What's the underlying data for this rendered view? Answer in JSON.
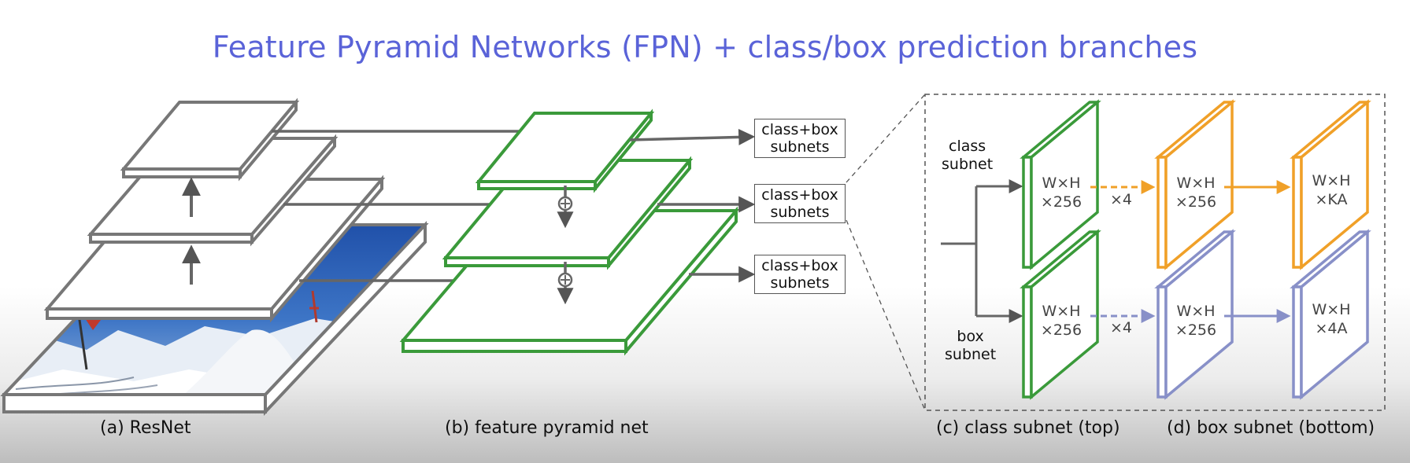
{
  "title": "Feature Pyramid Networks (FPN) + class/box prediction branches",
  "captions": {
    "resnet": "(a) ResNet",
    "fpn": "(b) feature pyramid net",
    "class_subnet": "(c) class subnet (top)",
    "box_subnet": "(d) box subnet (bottom)"
  },
  "prediction_boxes": [
    {
      "line1": "class+box",
      "line2": "subnets"
    },
    {
      "line1": "class+box",
      "line2": "subnets"
    },
    {
      "line1": "class+box",
      "line2": "subnets"
    }
  ],
  "subnet_labels": {
    "class": {
      "line1": "class",
      "line2": "subnet"
    },
    "box": {
      "line1": "box",
      "line2": "subnet"
    }
  },
  "feature_maps": {
    "class_in": {
      "line1": "W×H",
      "line2": "×256"
    },
    "class_mid": {
      "line1": "W×H",
      "line2": "×256"
    },
    "class_out": {
      "line1": "W×H",
      "line2": "×KA"
    },
    "box_in": {
      "line1": "W×H",
      "line2": "×256"
    },
    "box_mid": {
      "line1": "W×H",
      "line2": "×256"
    },
    "box_out": {
      "line1": "W×H",
      "line2": "×4A"
    }
  },
  "repeat_labels": {
    "class": "×4",
    "box": "×4"
  },
  "colors": {
    "title": "#5a63d8",
    "resnet": "#7a7a7a",
    "fpn": "#3a9a3a",
    "class_branch": "#f0a028",
    "box_branch": "#8890c8",
    "arrow": "#555555"
  }
}
